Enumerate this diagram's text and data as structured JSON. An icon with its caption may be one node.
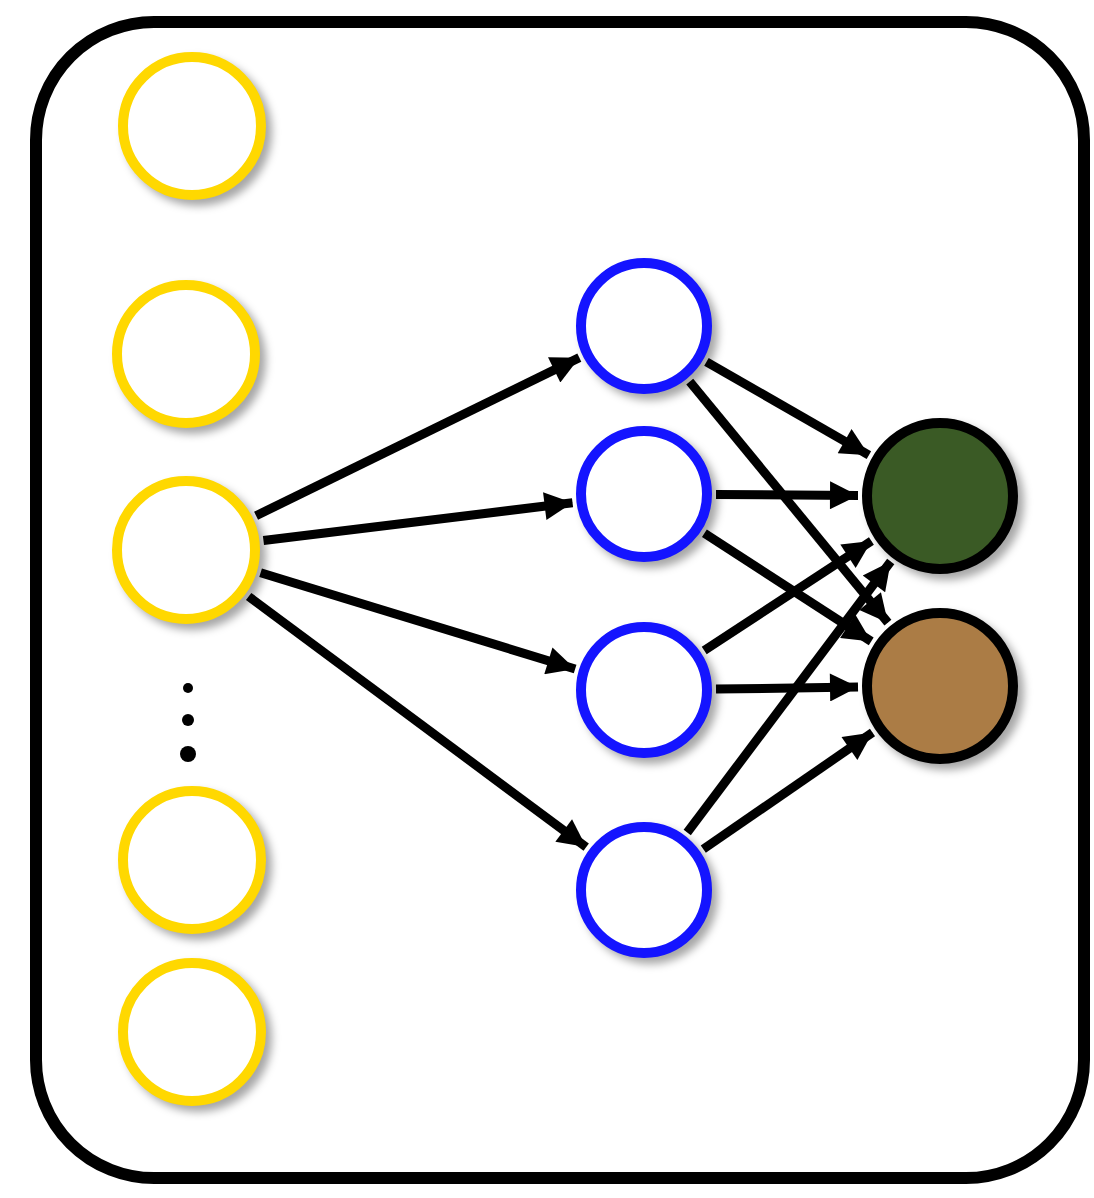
{
  "diagram": {
    "nodes": [
      {
        "text": [],
        "shape": "box"
      },
      {
        "text": [],
        "shape": "circle",
        "in": 0
      },
      {
        "text": [],
        "shape": "circle",
        "in": 0
      },
      {
        "text": [],
        "shape": "circle",
        "in": 0
      },
      {
        "text": [],
        "shape": "circle",
        "in": 0
      },
      {
        "text": [],
        "shape": "circle",
        "in": 0
      },
      {
        "text": [],
        "shape": "circle",
        "in": 0
      },
      {
        "text": [],
        "shape": "circle",
        "in": 0
      },
      {
        "text": [],
        "shape": "circle",
        "in": 0
      },
      {
        "text": [],
        "shape": "circle",
        "in": 0
      },
      {
        "text": [],
        "shape": "circle",
        "in": 0
      },
      {
        "text": [],
        "shape": "circle",
        "in": 0
      }
    ],
    "edges": [
      {
        "from": 3,
        "to": 6,
        "arrow": "to"
      },
      {
        "from": 3,
        "to": 7,
        "arrow": "to"
      },
      {
        "from": 3,
        "to": 8,
        "arrow": "to"
      },
      {
        "from": 3,
        "to": 9,
        "arrow": "to"
      },
      {
        "from": 6,
        "to": 10,
        "arrow": "to"
      },
      {
        "from": 6,
        "to": 11,
        "arrow": "to"
      },
      {
        "from": 7,
        "to": 10,
        "arrow": "to"
      },
      {
        "from": 7,
        "to": 11,
        "arrow": "to"
      },
      {
        "from": 8,
        "to": 10,
        "arrow": "to"
      },
      {
        "from": 8,
        "to": 11,
        "arrow": "to"
      },
      {
        "from": 9,
        "to": 10,
        "arrow": "to"
      },
      {
        "from": 9,
        "to": 11,
        "arrow": "to"
      }
    ]
  }
}
